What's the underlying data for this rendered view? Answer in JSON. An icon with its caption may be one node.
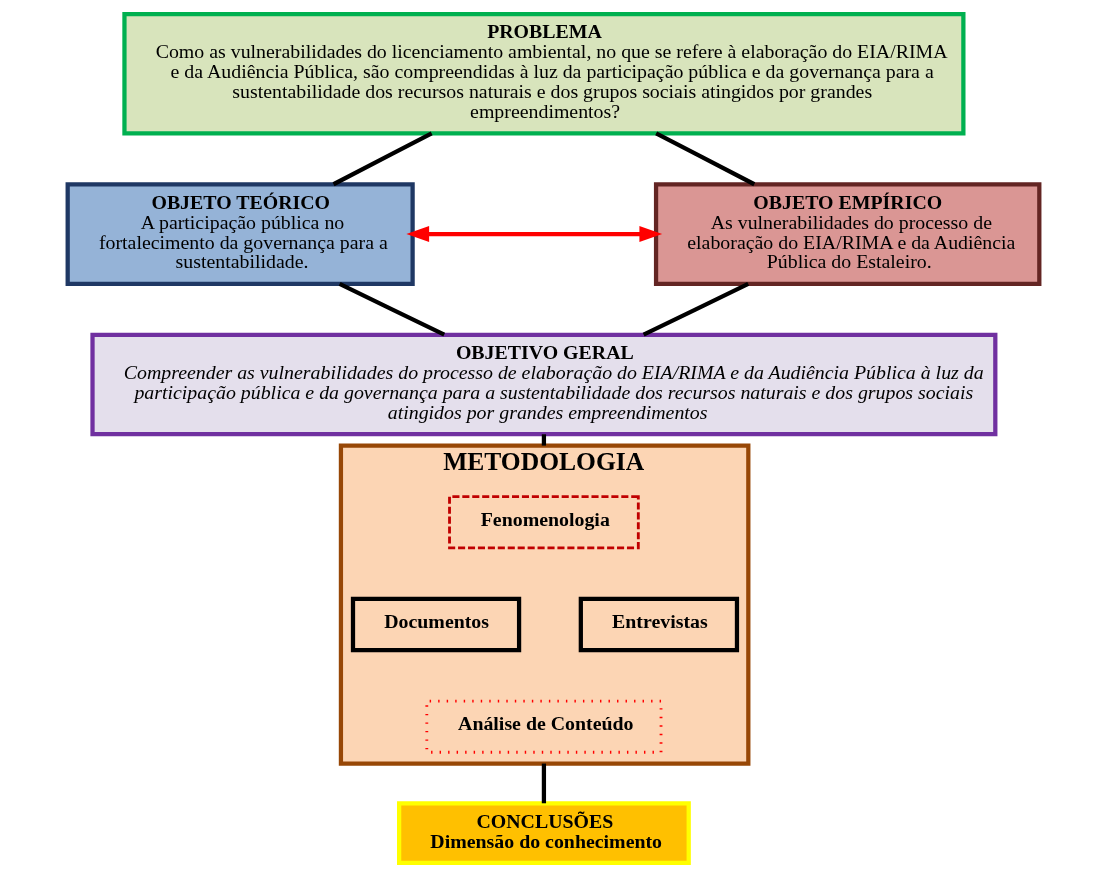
{
  "diagram": {
    "nodes": [
      {
        "text": [
          "PROBLEMA",
          "Como as vulnerabilidades do licenciamento ambiental, no que se refere à elaboração do EIA/RIMA e da Audiência Pública, são compreendidas à luz da participação pública e da governança para a sustentabilidade dos recursos naturais e dos grupos sociais atingidos por grandes empreendimentos?"
        ]
      },
      {
        "text": [
          "OBJETO TEÓRICO",
          "A participação pública no fortalecimento da governança para a sustentabilidade."
        ]
      },
      {
        "text": [
          "OBJETO EMPÍRICO",
          "As vulnerabilidades do processo de elaboração do EIA/RIMA e da Audiência Pública do Estaleiro."
        ]
      },
      {
        "text": [
          "OBJETIVO GERAL",
          "Compreender as vulnerabilidades do processo de elaboração do EIA/RIMA e da Audiência Pública à luz da participação pública e da governança para a sustentabilidade dos recursos naturais e dos grupos sociais atingidos por grandes empreendimentos"
        ]
      },
      {
        "text": [
          "METODOLOGIA"
        ]
      },
      {
        "text": [
          "Fenomenologia"
        ],
        "in": 4
      },
      {
        "text": [
          "Documentos"
        ],
        "in": 4
      },
      {
        "text": [
          "Entrevistas"
        ],
        "in": 4
      },
      {
        "text": [
          "Análise de Conteúdo"
        ],
        "in": 4
      },
      {
        "text": [
          "CONCLUSÕES",
          "Dimensão do conhecimento"
        ]
      }
    ],
    "edges": [
      {
        "from": 0,
        "to": 1,
        "arrow": "none"
      },
      {
        "from": 0,
        "to": 2,
        "arrow": "none"
      },
      {
        "from": 1,
        "to": 2,
        "arrow": "both",
        "color": "#ff0000"
      },
      {
        "from": 1,
        "to": 3,
        "arrow": "none"
      },
      {
        "from": 2,
        "to": 3,
        "arrow": "none"
      },
      {
        "from": 3,
        "to": 4,
        "arrow": "none"
      },
      {
        "from": 4,
        "to": 9,
        "arrow": "none"
      }
    ]
  }
}
